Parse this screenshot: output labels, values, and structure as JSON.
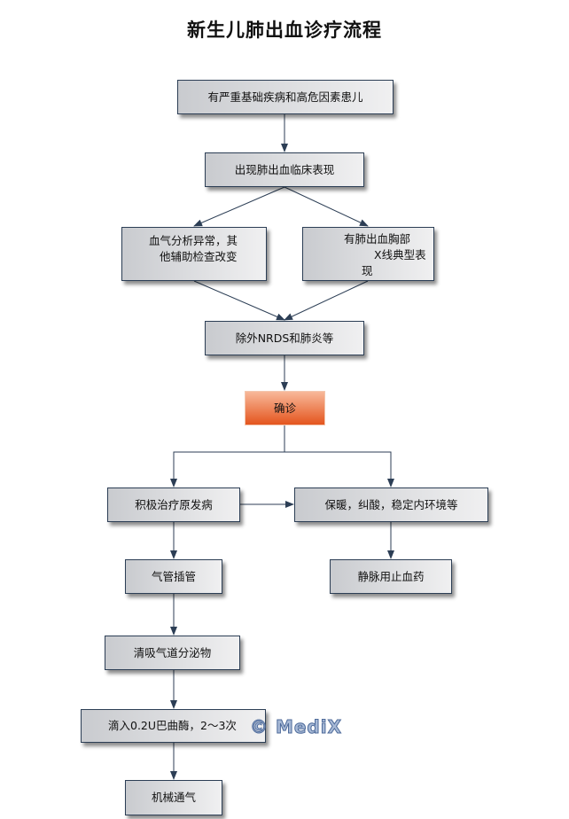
{
  "title": "新生儿肺出血诊疗流程",
  "nodes": {
    "n1": "有严重基础疾病和高危因素患儿",
    "n2": "出现肺出血临床表现",
    "n3a": "血气分析异常，其",
    "n3b": "他辅助检查改变",
    "n4a": "有肺出血胸部",
    "n4b": "X线典型表",
    "n4c": "现",
    "n5": "除外NRDS和肺炎等",
    "n6": "确诊",
    "n7": "积极治疗原发病",
    "n8": "保暖，纠酸，稳定内环境等",
    "n9": "气管插管",
    "n10": "静脉用止血药",
    "n11": "清吸气道分泌物",
    "n12": "滴入0.2U巴曲酶，2～3次",
    "n13": "机械通气"
  },
  "watermark": "© MediX",
  "colors": {
    "border": "#2c3e55",
    "arrow": "#2c3e55",
    "accent": "#e4551e"
  }
}
